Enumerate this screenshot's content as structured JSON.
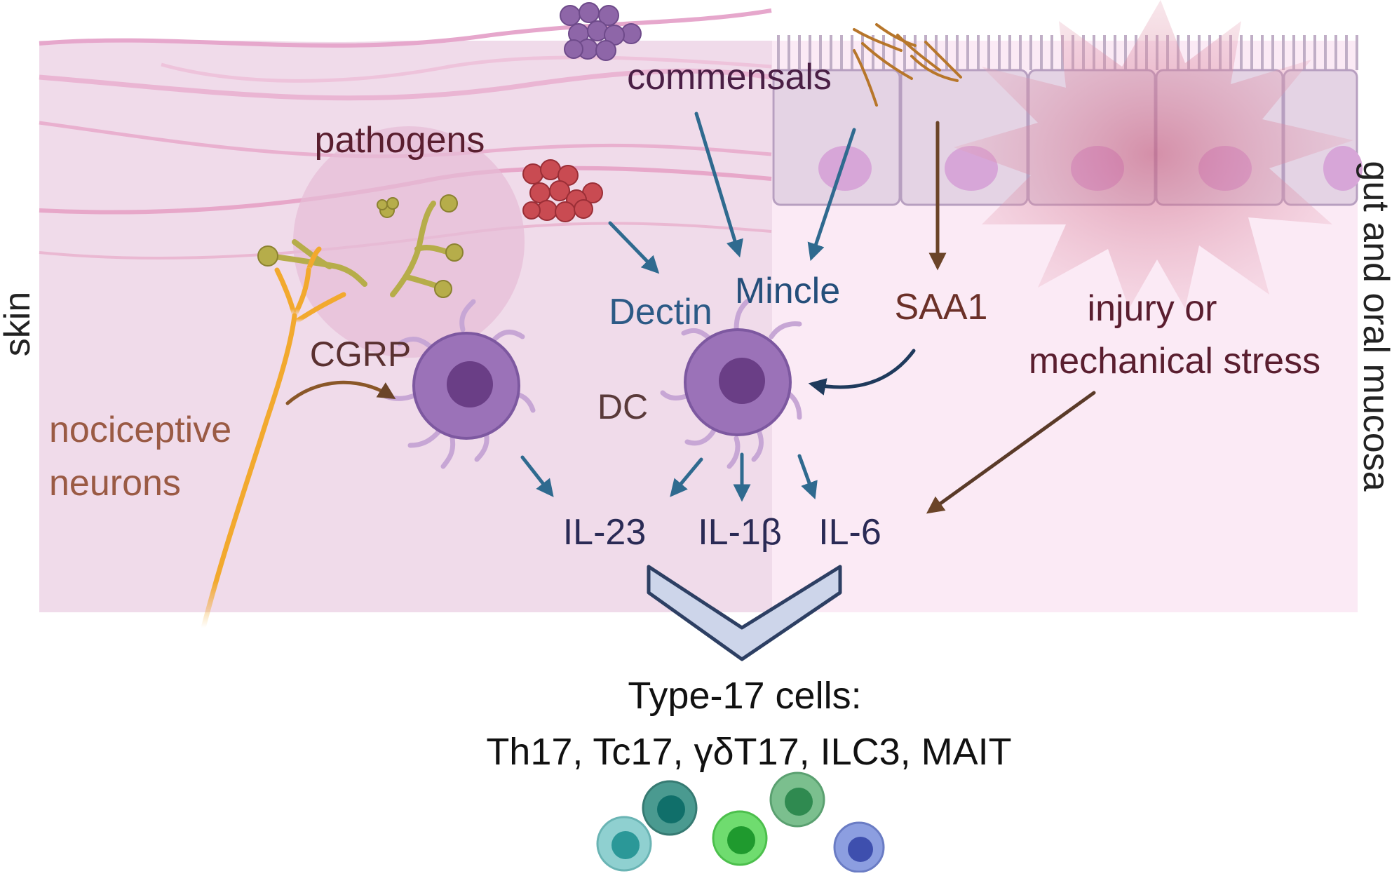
{
  "labels": {
    "skin": "skin",
    "gut_mucosa": "gut and oral mucosa",
    "commensals": "commensals",
    "pathogens": "pathogens",
    "cgrp": "CGRP",
    "nociceptive_line1": "nociceptive",
    "nociceptive_line2": "neurons",
    "dectin": "Dectin",
    "mincle": "Mincle",
    "saa1": "SAA1",
    "injury_line1": "injury or",
    "injury_line2": "mechanical stress",
    "dc": "DC",
    "il23": "IL-23",
    "il1b": "IL-1β",
    "il6": "IL-6",
    "type17_line1": "Type-17 cells:",
    "type17_line2": "Th17, Tc17, γδT17, ILC3, MAIT"
  },
  "colors": {
    "skin_bg": "#f0dbea",
    "mucosa_bg": "#fbeaf5",
    "blue_arrow": "#2f6a8f",
    "brown_arrow": "#6b4428",
    "dark_text": "#3b1f3a",
    "maroon_text": "#6b2438",
    "blue_text": "#2c5a86",
    "brown_text": "#9a5a44",
    "dc_cell": "#9b72b8",
    "neuron": "#f2a92e"
  }
}
